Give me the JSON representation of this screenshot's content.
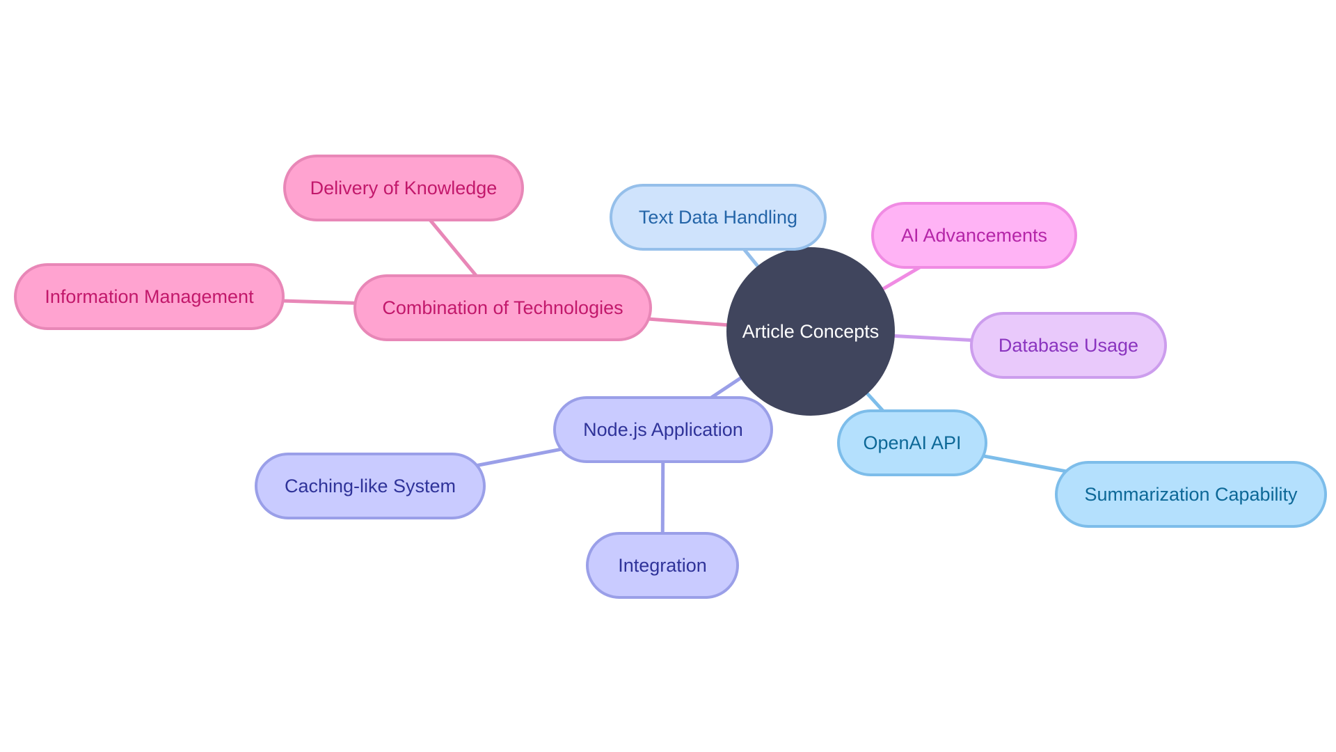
{
  "colors": {
    "background": "#ffffff",
    "root_fill": "#40455d",
    "root_text": "#ffffff",
    "pink_fill": "#ffa3d0",
    "pink_border": "#e887b7",
    "pink_text": "#c2186b",
    "blue_fill": "#cfe3fc",
    "blue_border": "#95bfea",
    "blue_text": "#2465a8",
    "magenta_fill": "#ffb3f5",
    "magenta_border": "#f08be3",
    "magenta_text": "#b525a8",
    "lavender_fill": "#e9c9fb",
    "lavender_border": "#cc9ded",
    "lavender_text": "#8a34bf",
    "periwinkle_fill": "#c9cbff",
    "periwinkle_border": "#9a9fe8",
    "periwinkle_text": "#2f3399",
    "sky_fill": "#b4e0fd",
    "sky_border": "#7dbdea",
    "sky_text": "#0d6897"
  },
  "mindmap": {
    "root": {
      "label": "Article Concepts"
    },
    "branches": [
      {
        "id": "combination",
        "label": "Combination of Technologies",
        "children": [
          {
            "id": "delivery",
            "label": "Delivery of Knowledge"
          },
          {
            "id": "info-mgmt",
            "label": "Information Management"
          }
        ]
      },
      {
        "id": "text-data",
        "label": "Text Data Handling",
        "children": []
      },
      {
        "id": "ai-adv",
        "label": "AI Advancements",
        "children": []
      },
      {
        "id": "database",
        "label": "Database Usage",
        "children": []
      },
      {
        "id": "openai",
        "label": "OpenAI API",
        "children": [
          {
            "id": "summarization",
            "label": "Summarization Capability"
          }
        ]
      },
      {
        "id": "nodejs",
        "label": "Node.js Application",
        "children": [
          {
            "id": "caching",
            "label": "Caching-like System"
          },
          {
            "id": "integration",
            "label": "Integration"
          }
        ]
      }
    ]
  }
}
